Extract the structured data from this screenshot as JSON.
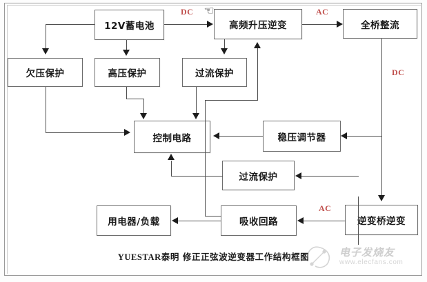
{
  "diagram": {
    "caption_en": "YUESTAR",
    "caption_cn": "泰明  修正正弦波逆变器工作结构框图",
    "watermark_cn": "电子发烧友",
    "watermark_url": "www.elecfans.com",
    "cursor_glyph": "☜"
  },
  "blocks": {
    "battery": {
      "label": "12V蓄电池"
    },
    "hf_inverter": {
      "label": "高频升压逆变"
    },
    "full_bridge": {
      "label": "全桥整流"
    },
    "under_volt": {
      "label": "欠压保护"
    },
    "over_volt": {
      "label": "高压保护"
    },
    "over_cur_top": {
      "label": "过流保护"
    },
    "control": {
      "label": "控制电路"
    },
    "regulator": {
      "label": "稳压调节器"
    },
    "over_cur_bot": {
      "label": "过流保护"
    },
    "load": {
      "label": "用电器/负载"
    },
    "snubber": {
      "label": "吸收回路"
    },
    "bridge_inv": {
      "label": "逆变桥逆变"
    }
  },
  "signals": {
    "dc_top": {
      "label": "DC"
    },
    "ac_top": {
      "label": "AC"
    },
    "dc_right": {
      "label": "DC"
    },
    "ac_bot": {
      "label": "AC"
    }
  },
  "colors": {
    "signal": "#c0504d",
    "line": "#4f4f4f",
    "box_border": "#6d6d6d",
    "frame": "#9a9a9a"
  }
}
